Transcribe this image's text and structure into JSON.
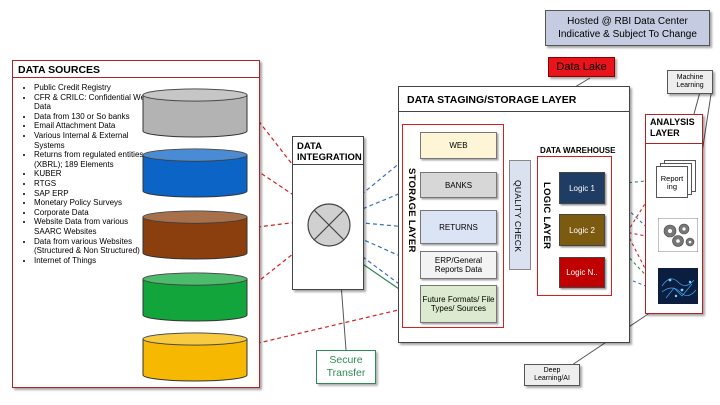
{
  "hosted_note": {
    "line1": "Hosted @ RBI Data Center",
    "line2": "Indicative & Subject To Change",
    "bg": "#c5cbe0"
  },
  "data_lake": {
    "label": "Data Lake",
    "bg": "#e8131b"
  },
  "data_sources": {
    "title": "DATA SOURCES",
    "items": [
      "Public Credit Registry",
      "CFR & CRILC: Confidential Web Data",
      "Data from 130 or So banks",
      "Email Attachment Data",
      "Various Internal & External Systems",
      "Returns from regulated entities (XBRL); 189 Elements",
      "KUBER",
      "RTGS",
      "SAP ERP",
      "Monetary Policy Surveys",
      "Corporate Data",
      "Website Data from various SAARC Websites",
      "Data from various Websites (Structured & Non Structured)",
      "Internet of Things"
    ],
    "cylinder_colors": [
      "#b3b3b3",
      "#0d64c7",
      "#8b3f0f",
      "#12a53b",
      "#f6b800"
    ]
  },
  "data_integration": {
    "title_line1": "DATA",
    "title_line2": "INTEGRATION"
  },
  "secure_transfer": {
    "line1": "Secure",
    "line2": "Transfer"
  },
  "staging": {
    "title": "DATA STAGING/STORAGE  LAYER",
    "storage_label": "STORAGE  LAYER",
    "boxes": [
      {
        "label": "WEB",
        "bg": "#fdf5d5"
      },
      {
        "label": "BANKS",
        "bg": "#d7d7d7"
      },
      {
        "label": "RETURNS",
        "bg": "#dbe4f5"
      },
      {
        "label": "ERP/General Reports Data",
        "bg": "#f3f3f3"
      },
      {
        "label": "Future Formats/ File Types/ Sources",
        "bg": "#dcebcf"
      }
    ],
    "quality_check": "QUALITY CHECK",
    "warehouse": {
      "title": "DATA WAREHOUSE",
      "logic_label": "LOGIC  LAYER",
      "logics": [
        {
          "label": "Logic 1",
          "bg": "#1f3c64"
        },
        {
          "label": "Logic 2",
          "bg": "#7c5a10"
        },
        {
          "label": "Logic N..",
          "bg": "#c00000"
        }
      ]
    }
  },
  "analysis": {
    "title_line1": "ANALYSIS",
    "title_line2": "LAYER",
    "reporting_line1": "Report",
    "reporting_line2": "ing"
  },
  "machine_learning": {
    "line1": "Machine",
    "line2": "Learning"
  },
  "deep_learning": {
    "line1": "Deep",
    "line2": "Learning/AI"
  }
}
